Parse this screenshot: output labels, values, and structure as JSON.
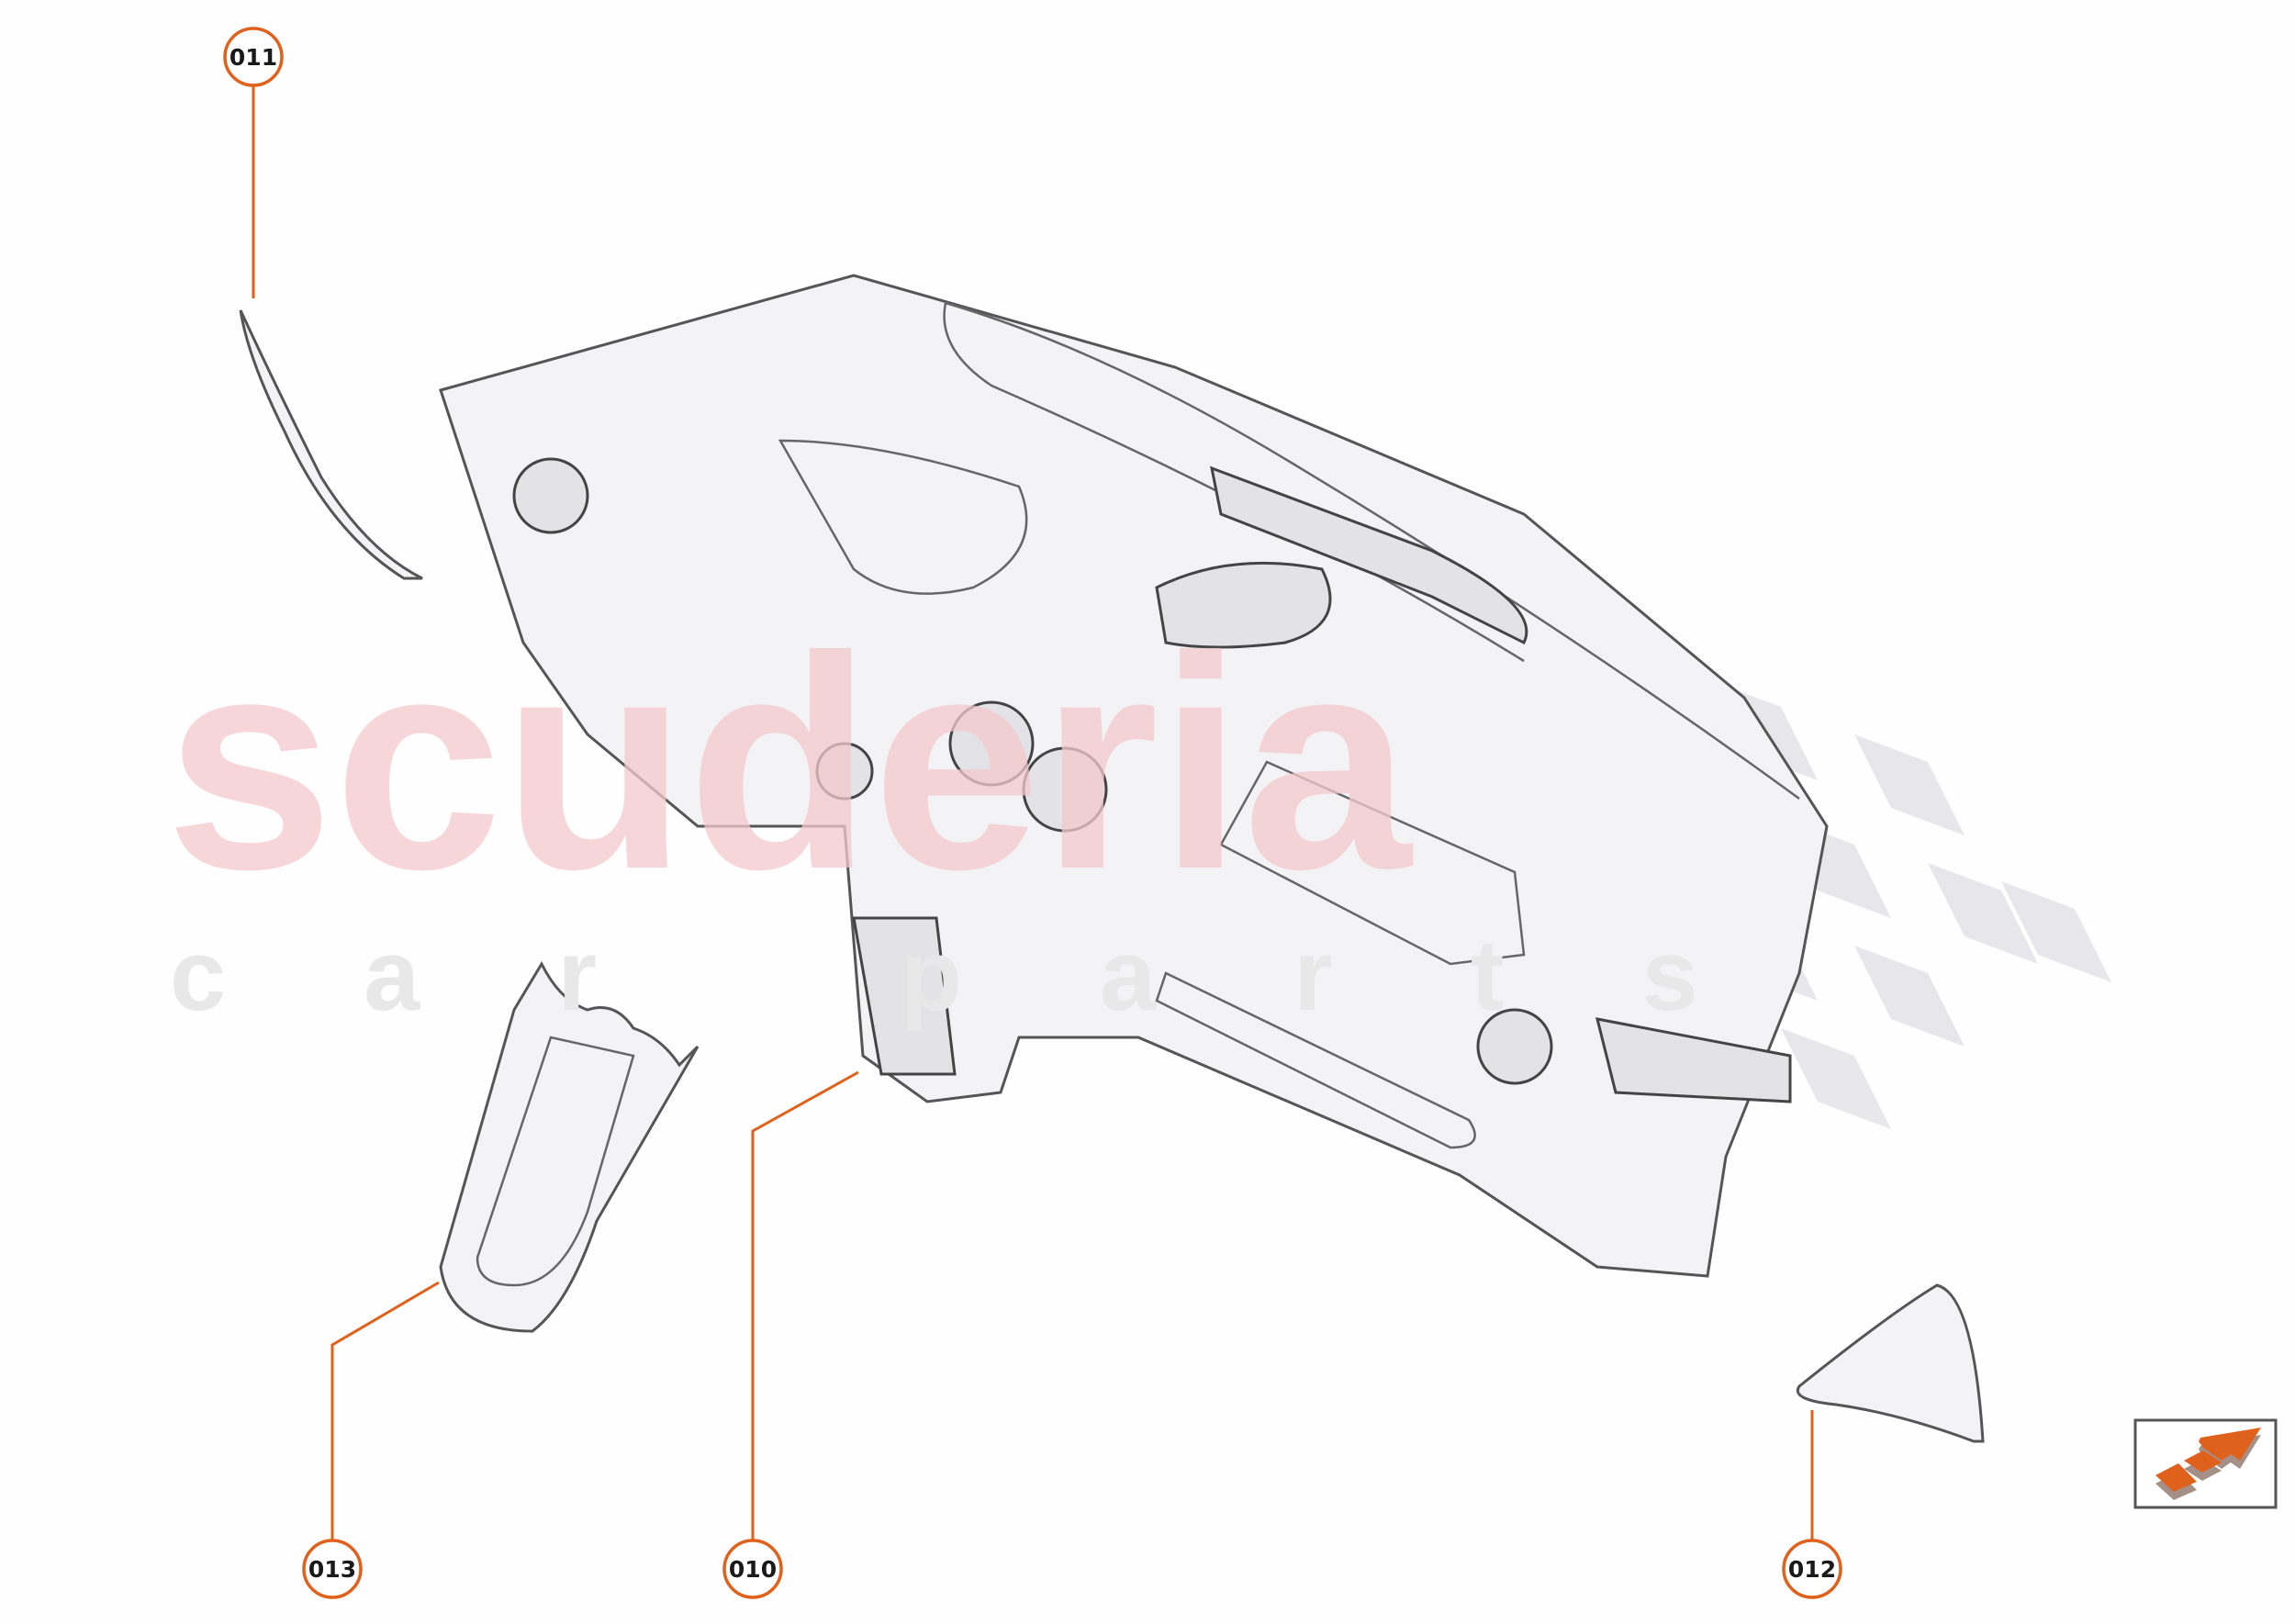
{
  "watermark": {
    "brand": "scuderia",
    "subtitle": "car parts"
  },
  "callouts": [
    {
      "id": "011",
      "label": "011"
    },
    {
      "id": "013",
      "label": "013"
    },
    {
      "id": "010",
      "label": "010"
    },
    {
      "id": "012",
      "label": "012"
    }
  ],
  "colors": {
    "accent": "#e0611c",
    "leader_line": "#e0611c",
    "watermark": "#f4c9cc"
  },
  "icons": {
    "navigation": "orange-arrow-icon"
  }
}
